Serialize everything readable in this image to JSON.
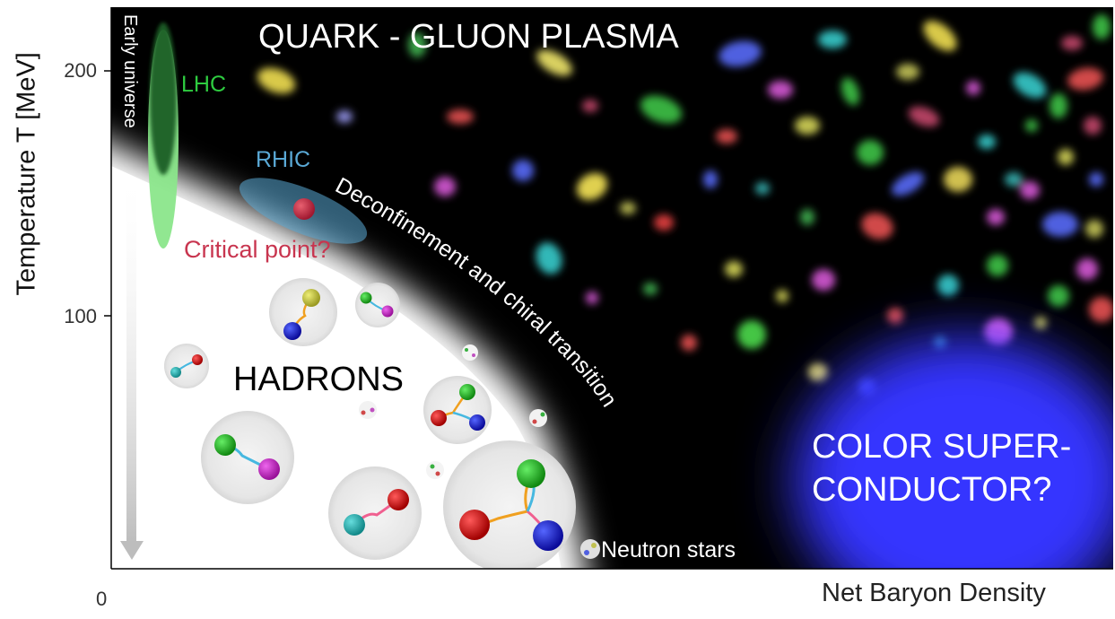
{
  "axes": {
    "y_label": "Temperature T [MeV]",
    "x_label": "Net Baryon Density",
    "origin_label": "0",
    "y_ticks": [
      "200",
      "100"
    ]
  },
  "regions": {
    "qgp": "QUARK - GLUON PLASMA",
    "hadrons": "HADRONS",
    "color_sc_line1": "COLOR SUPER-",
    "color_sc_line2": "CONDUCTOR?"
  },
  "annotations": {
    "early_universe": "Early universe",
    "lhc": "LHC",
    "rhic": "RHIC",
    "critical_point": "Critical point?",
    "transition": "Deconfinement and  chiral transition",
    "neutron_stars": "Neutron stars"
  },
  "colors": {
    "plasma_bg": "#000000",
    "hadron_bg": "#ffffff",
    "lhc": "#2ecc40",
    "rhic": "#5aa9d6",
    "critical": "#c8354f",
    "superconductor": "#3333ff"
  }
}
